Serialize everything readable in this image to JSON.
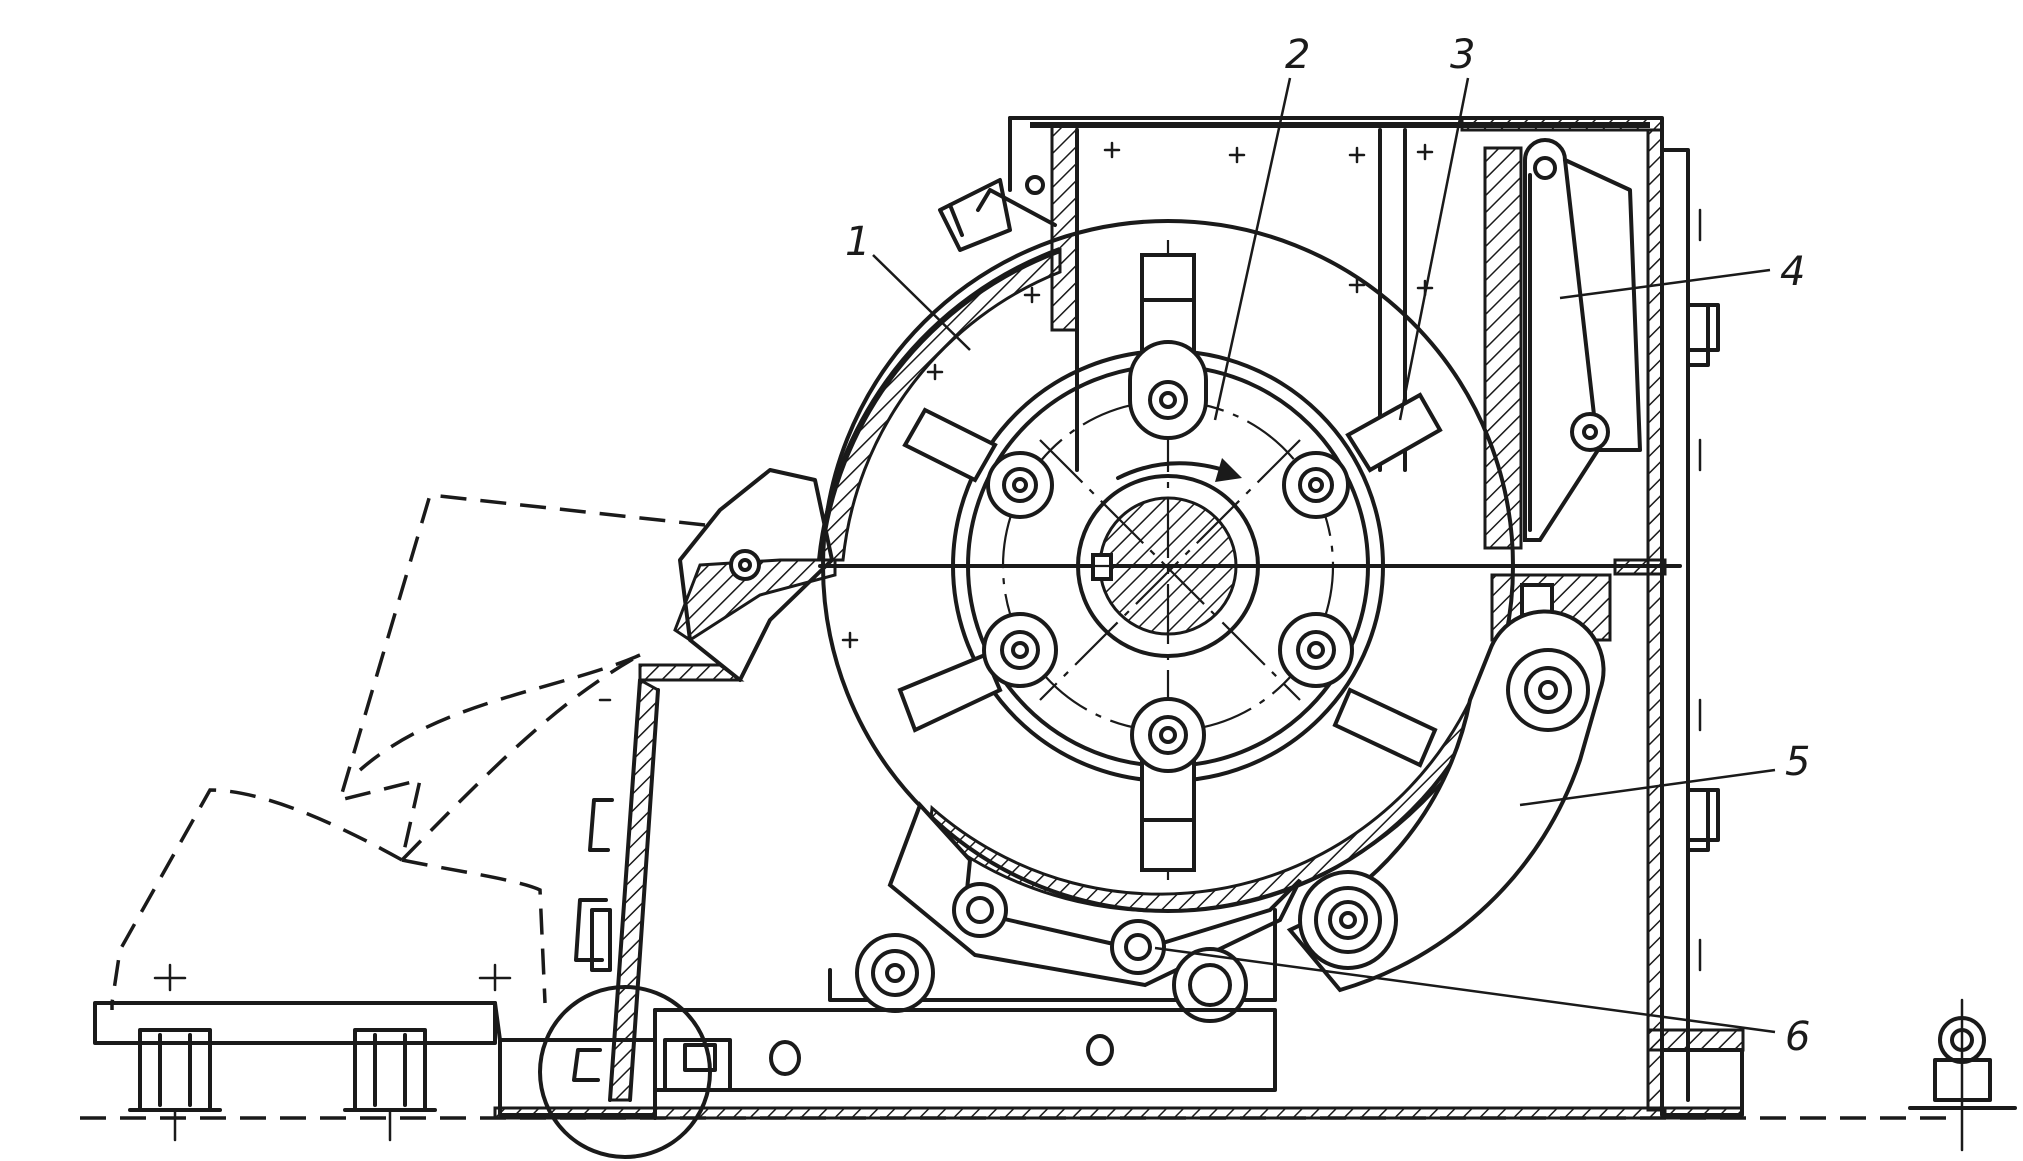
{
  "diagram": {
    "labels": [
      {
        "id": "1",
        "text": "1"
      },
      {
        "id": "2",
        "text": "2"
      },
      {
        "id": "3",
        "text": "3"
      },
      {
        "id": "4",
        "text": "4"
      },
      {
        "id": "5",
        "text": "5"
      },
      {
        "id": "6",
        "text": "6"
      }
    ]
  },
  "colors": {
    "ink": "#1a1a1a",
    "paper": "#ffffff"
  }
}
